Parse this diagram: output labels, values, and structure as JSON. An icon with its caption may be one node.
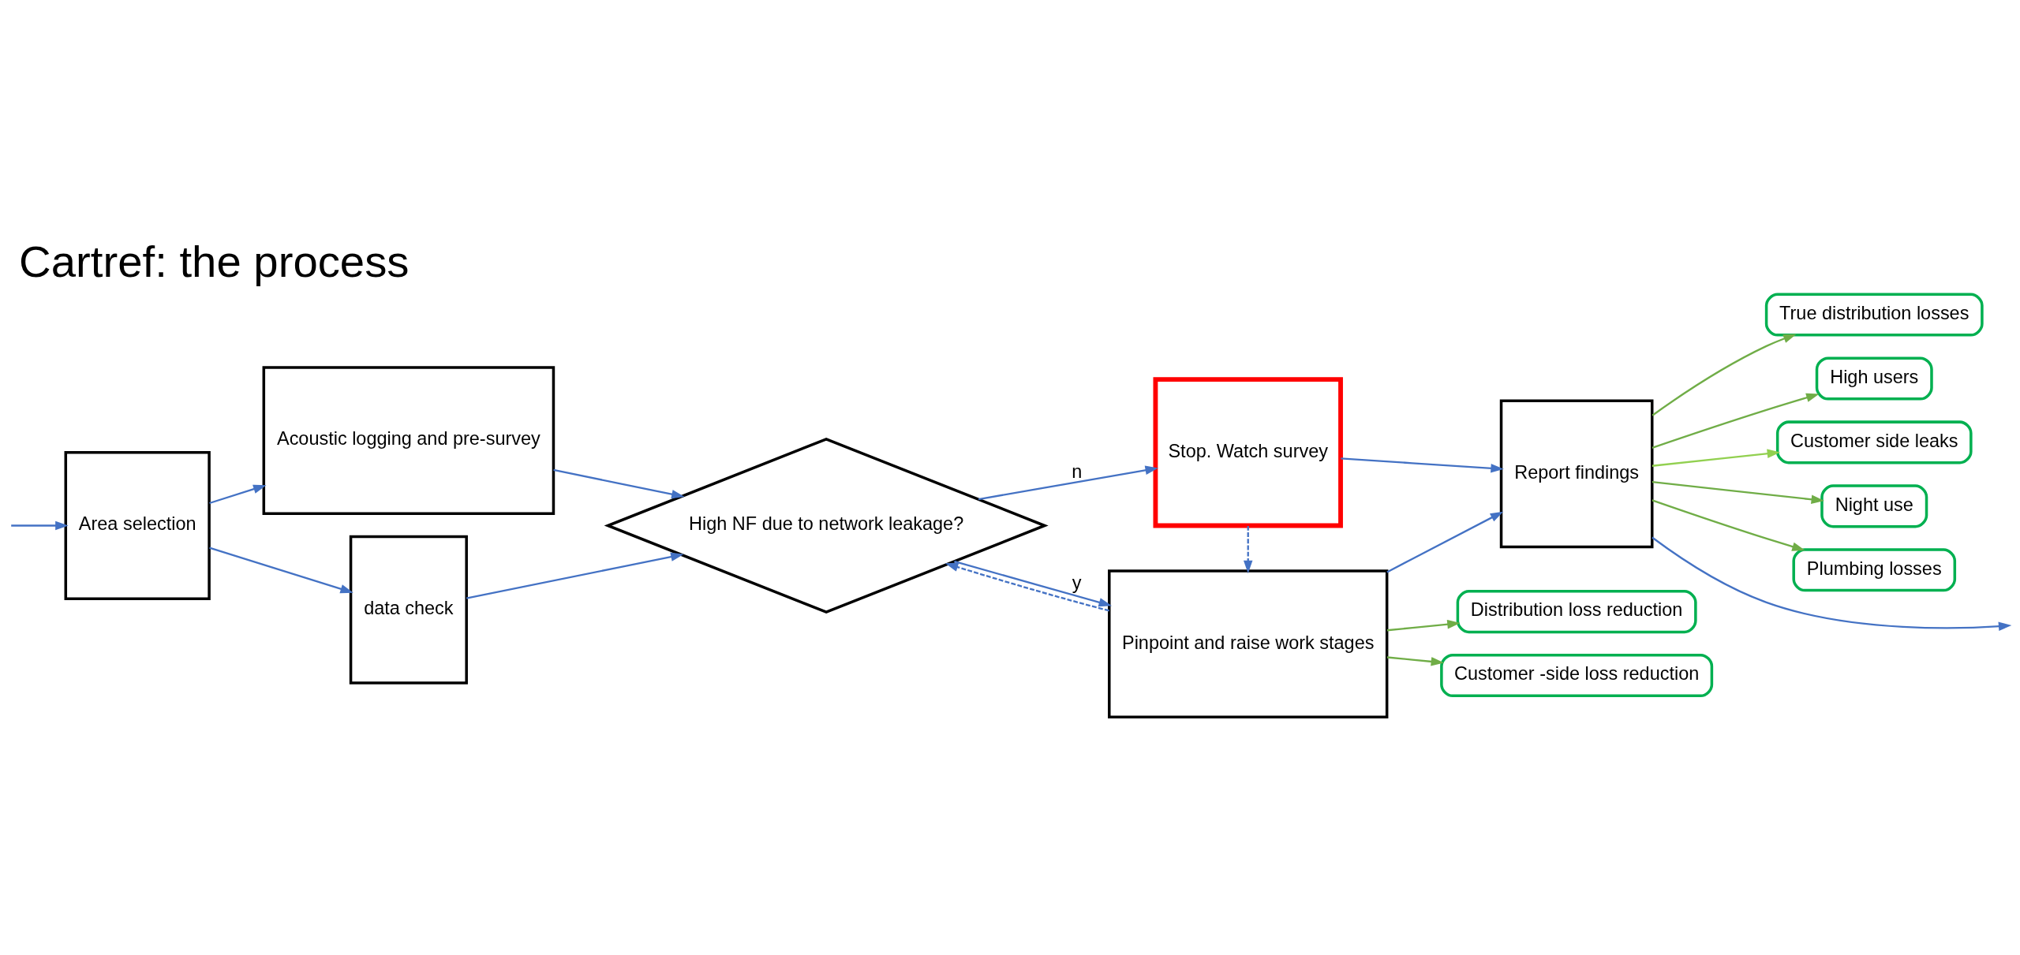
{
  "diagram": {
    "title": "Cartref: the process",
    "nodes": [
      {
        "text": [
          "Area selection"
        ]
      },
      {
        "text": [
          "Acoustic logging and pre-survey"
        ]
      },
      {
        "text": [
          "data check"
        ]
      },
      {
        "text": [
          "High NF due to network leakage?"
        ]
      },
      {
        "text": [
          "Pinpoint and raise work stages"
        ]
      },
      {
        "text": [
          "Stop. Watch survey"
        ]
      },
      {
        "text": [
          "Report findings"
        ]
      },
      {
        "text": [
          "Distribution loss reduction"
        ]
      },
      {
        "text": [
          "Customer -side loss reduction"
        ]
      },
      {
        "text": [
          "True distribution losses"
        ]
      },
      {
        "text": [
          "High users"
        ]
      },
      {
        "text": [
          "Customer side leaks"
        ]
      },
      {
        "text": [
          "Night use"
        ]
      },
      {
        "text": [
          "Plumbing losses"
        ]
      }
    ],
    "edges": [
      {
        "from": null,
        "to": 0,
        "arrow": "to"
      },
      {
        "from": 0,
        "to": 1,
        "arrow": "to"
      },
      {
        "from": 0,
        "to": 2,
        "arrow": "to"
      },
      {
        "from": 1,
        "to": 3,
        "arrow": "to"
      },
      {
        "from": 2,
        "to": 3,
        "arrow": "to"
      },
      {
        "from": 3,
        "to": 4,
        "arrow": "to",
        "label": "y"
      },
      {
        "from": 3,
        "to": 5,
        "arrow": "to",
        "label": "n"
      },
      {
        "from": 4,
        "to": 3,
        "arrow": "to",
        "style": "dashed"
      },
      {
        "from": 5,
        "to": 4,
        "arrow": "to",
        "style": "dashed"
      },
      {
        "from": 4,
        "to": 6,
        "arrow": "to"
      },
      {
        "from": 5,
        "to": 6,
        "arrow": "to"
      },
      {
        "from": 4,
        "to": 7,
        "arrow": "to",
        "color": "#70ad47"
      },
      {
        "from": 4,
        "to": 8,
        "arrow": "to",
        "color": "#70ad47"
      },
      {
        "from": 6,
        "to": 9,
        "arrow": "to",
        "color": "#70ad47"
      },
      {
        "from": 6,
        "to": 10,
        "arrow": "to",
        "color": "#70ad47"
      },
      {
        "from": 6,
        "to": 11,
        "arrow": "to",
        "color": "#92d050"
      },
      {
        "from": 6,
        "to": 12,
        "arrow": "to",
        "color": "#70ad47"
      },
      {
        "from": 6,
        "to": 13,
        "arrow": "to",
        "color": "#70ad47"
      },
      {
        "from": 6,
        "to": null,
        "arrow": "to"
      }
    ]
  }
}
